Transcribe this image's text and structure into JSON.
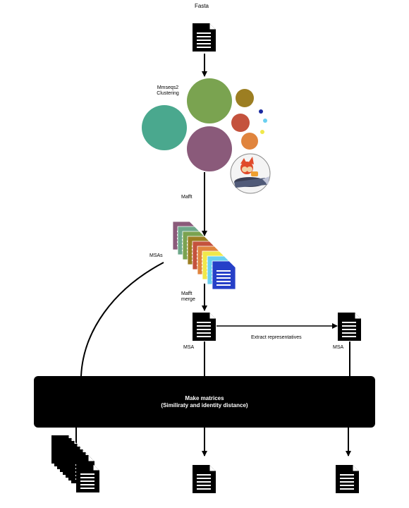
{
  "labels": {
    "input": "Fasta",
    "clustering": [
      "Mmseqs2",
      "Clustering"
    ],
    "align": "Mafft",
    "msas": "MSAs",
    "merge": [
      "Mafft",
      "merge"
    ],
    "msa_left": "MSA",
    "msa_right": "MSA",
    "extract": "Extract representatives"
  },
  "matrix": {
    "title": "Make matrices",
    "subtitle": "(Similiraty and identity distance)"
  },
  "colors": {
    "cluster_green": "#7aa350",
    "cluster_purple": "#8a5a7a",
    "cluster_teal": "#4aa88e",
    "cluster_olive": "#9c7e22",
    "cluster_red": "#c4523d",
    "cluster_orange": "#e0843d",
    "dot_navy": "#1a2aa0",
    "dot_cyan": "#6ad0f0",
    "dot_yellow": "#f0e84a",
    "msa_stack": [
      "#8a5a7a",
      "#6ea88a",
      "#7aa350",
      "#9c7e22",
      "#c4523d",
      "#e0843d",
      "#f0e84a",
      "#6ad0f0",
      "#2640c8"
    ]
  },
  "icons": [
    "document-icon",
    "rocket-mascot-icon"
  ]
}
